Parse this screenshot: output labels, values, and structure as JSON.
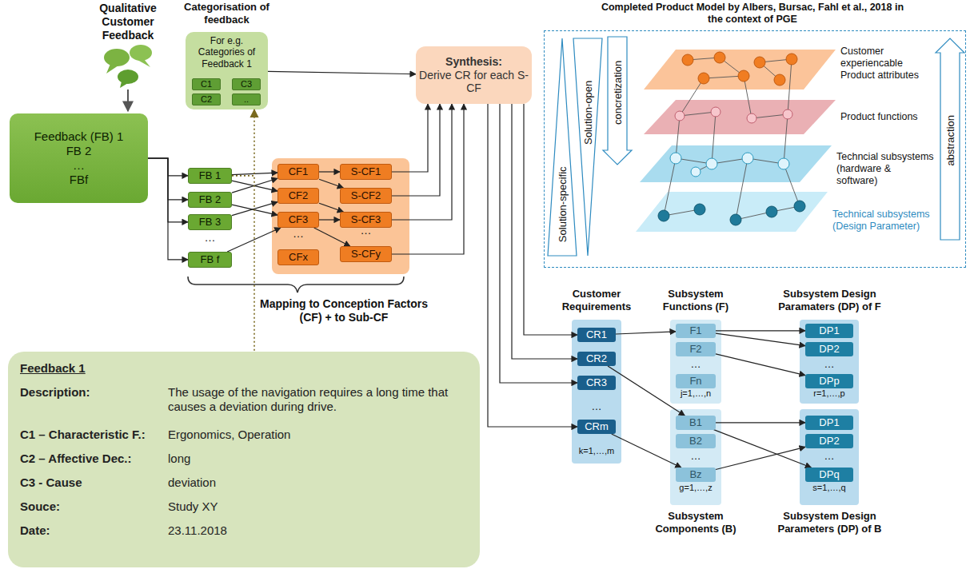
{
  "diagram": {
    "nodes": [
      {
        "text": [
          "Feedback (FB) 1",
          "FB 2",
          "…",
          "FBf"
        ]
      },
      {
        "text": [
          "FB 1"
        ]
      },
      {
        "text": [
          "FB 2"
        ]
      },
      {
        "text": [
          "FB 3"
        ]
      },
      {
        "text": [
          "FB f"
        ]
      },
      {
        "text": [
          "Categorisation of feedback",
          "For e.g. Categories of Feedback 1"
        ]
      },
      {
        "text": [
          "C1"
        ],
        "in": 5
      },
      {
        "text": [
          "C3"
        ],
        "in": 5
      },
      {
        "text": [
          "C2"
        ],
        "in": 5
      },
      {
        "text": [
          ".."
        ],
        "in": 5
      },
      {
        "text": [
          "…",
          "…"
        ]
      },
      {
        "text": [
          "CF1"
        ],
        "in": 10
      },
      {
        "text": [
          "S-CF1"
        ],
        "in": 10
      },
      {
        "text": [
          "CF2"
        ],
        "in": 10
      },
      {
        "text": [
          "S-CF2"
        ],
        "in": 10
      },
      {
        "text": [
          "CF3"
        ],
        "in": 10
      },
      {
        "text": [
          "S-CF3"
        ],
        "in": 10
      },
      {
        "text": [
          "CFx"
        ],
        "in": 10
      },
      {
        "text": [
          "S-CFy"
        ],
        "in": 10
      },
      {
        "text": [
          "Synthesis:",
          "Derive CR for each S-CF"
        ]
      },
      {
        "text": [
          "Completed Product Model by Albers, Bursac, Fahl et al., 2018 in the context of PGE",
          "Solution-specific",
          "Solution-open",
          "concretization",
          "abstraction",
          "Customer experiencable Product attributes",
          "Product functions",
          "Techncial subsystems (hardware & software)",
          "Technical subsystems (Design Parameter)"
        ]
      },
      {
        "text": [
          "Customer Requirements",
          "…",
          "k=1,…,m"
        ]
      },
      {
        "text": [
          "CR1"
        ],
        "in": 21
      },
      {
        "text": [
          "CR2"
        ],
        "in": 21
      },
      {
        "text": [
          "CR3"
        ],
        "in": 21
      },
      {
        "text": [
          "CRm"
        ],
        "in": 21
      },
      {
        "text": [
          "Subsystem Functions (F)",
          "…",
          "j=1,…,n"
        ]
      },
      {
        "text": [
          "F1"
        ],
        "in": 26
      },
      {
        "text": [
          "F2"
        ],
        "in": 26
      },
      {
        "text": [
          "Fn"
        ],
        "in": 26
      },
      {
        "text": [
          "Subsystem Components (B)",
          "…",
          "g=1,…,z"
        ]
      },
      {
        "text": [
          "B1"
        ],
        "in": 30
      },
      {
        "text": [
          "B2"
        ],
        "in": 30
      },
      {
        "text": [
          "Bz"
        ],
        "in": 30
      },
      {
        "text": [
          "Subsystem Design Paramaters (DP) of F",
          "…",
          "r=1,…,p"
        ]
      },
      {
        "text": [
          "DP1"
        ],
        "in": 34
      },
      {
        "text": [
          "DP2"
        ],
        "in": 34
      },
      {
        "text": [
          "DPp"
        ],
        "in": 34
      },
      {
        "text": [
          "Subsystem Design Parameters (DP) of B",
          "…",
          "s=1,…,q"
        ]
      },
      {
        "text": [
          "DP1"
        ],
        "in": 38
      },
      {
        "text": [
          "DP2"
        ],
        "in": 38
      },
      {
        "text": [
          "DPq"
        ],
        "in": 38
      },
      {
        "text": [
          "Feedback 1",
          "Description:",
          "The usage of the navigation requires a long time that causes a deviation during drive.",
          "C1 – Characteristic F.:",
          "Ergonomics, Operation",
          "C2 – Affective Dec.:",
          "long",
          "C3 - Cause",
          "deviation",
          "Souce:",
          "Study XY",
          "Date:",
          "23.11.2018"
        ]
      }
    ],
    "edges": [
      {
        "from": 0,
        "to": 1,
        "arrow": "to"
      },
      {
        "from": 0,
        "to": 2,
        "arrow": "to"
      },
      {
        "from": 0,
        "to": 3,
        "arrow": "to"
      },
      {
        "from": 0,
        "to": 4,
        "arrow": "to"
      },
      {
        "from": 1,
        "to": 11,
        "arrow": "to"
      },
      {
        "from": 1,
        "to": 13,
        "arrow": "to"
      },
      {
        "from": 2,
        "to": 11,
        "arrow": "to"
      },
      {
        "from": 2,
        "to": 15,
        "arrow": "to"
      },
      {
        "from": 3,
        "to": 13,
        "arrow": "to"
      },
      {
        "from": 4,
        "to": 15,
        "arrow": "to"
      },
      {
        "from": 11,
        "to": 12,
        "arrow": "to"
      },
      {
        "from": 11,
        "to": 14,
        "arrow": "to"
      },
      {
        "from": 13,
        "to": 16,
        "arrow": "to"
      },
      {
        "from": 15,
        "to": 16,
        "arrow": "to"
      },
      {
        "from": 15,
        "to": 18,
        "arrow": "to"
      },
      {
        "from": 12,
        "to": 19,
        "arrow": "to"
      },
      {
        "from": 14,
        "to": 19,
        "arrow": "to"
      },
      {
        "from": 16,
        "to": 19,
        "arrow": "to"
      },
      {
        "from": 18,
        "to": 19,
        "arrow": "to"
      },
      {
        "from": 5,
        "to": 19,
        "arrow": "to"
      },
      {
        "from": 1,
        "to": 5,
        "arrow": "to"
      },
      {
        "from": 1,
        "to": 42,
        "arrow": "none"
      },
      {
        "from": 19,
        "to": 22,
        "arrow": "to"
      },
      {
        "from": 19,
        "to": 23,
        "arrow": "to"
      },
      {
        "from": 19,
        "to": 24,
        "arrow": "to"
      },
      {
        "from": 19,
        "to": 25,
        "arrow": "to"
      },
      {
        "from": 22,
        "to": 27,
        "arrow": "to"
      },
      {
        "from": 23,
        "to": 31,
        "arrow": "to"
      },
      {
        "from": 25,
        "to": 33,
        "arrow": "to"
      },
      {
        "from": 27,
        "to": 35,
        "arrow": "to"
      },
      {
        "from": 27,
        "to": 36,
        "arrow": "to"
      },
      {
        "from": 28,
        "to": 37,
        "arrow": "to"
      },
      {
        "from": 31,
        "to": 39,
        "arrow": "to"
      },
      {
        "from": 31,
        "to": 41,
        "arrow": "to"
      },
      {
        "from": 33,
        "to": 40,
        "arrow": "to"
      }
    ],
    "labels": [
      "Qualitative Customer Feedback",
      "…",
      "Mapping to Conception Factors (CF) + to Sub-CF"
    ]
  }
}
